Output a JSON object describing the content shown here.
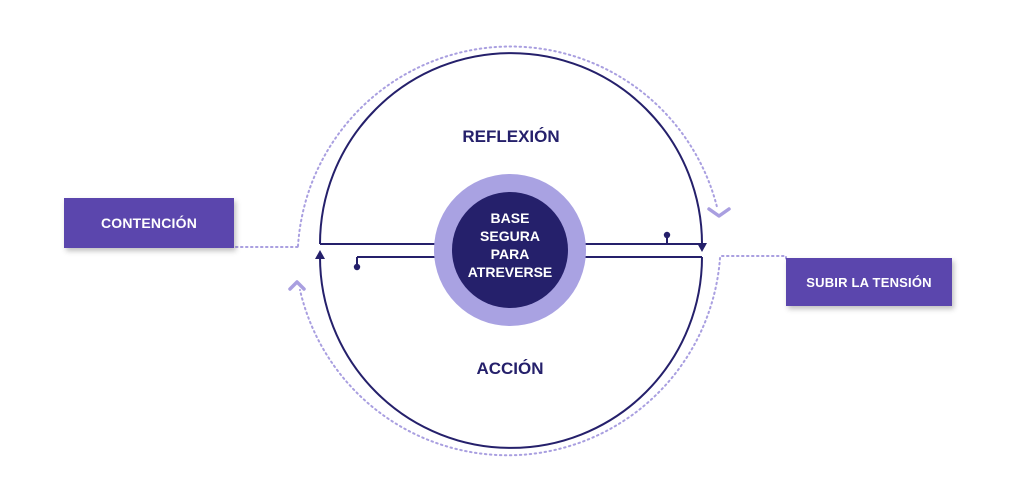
{
  "diagram": {
    "top_label": "REFLEXIÓN",
    "bottom_label": "ACCIÓN",
    "center_lines": [
      "BASE",
      "SEGURA",
      "PARA",
      "ATREVERSE"
    ],
    "left_box": "CONTENCIÓN",
    "right_box": "SUBIR LA TENSIÓN"
  },
  "colors": {
    "navy": "#25206b",
    "purple_box": "#5b46ad",
    "ring": "#a9a2e2",
    "dotted": "#a99fe0",
    "text_white": "#ffffff"
  }
}
